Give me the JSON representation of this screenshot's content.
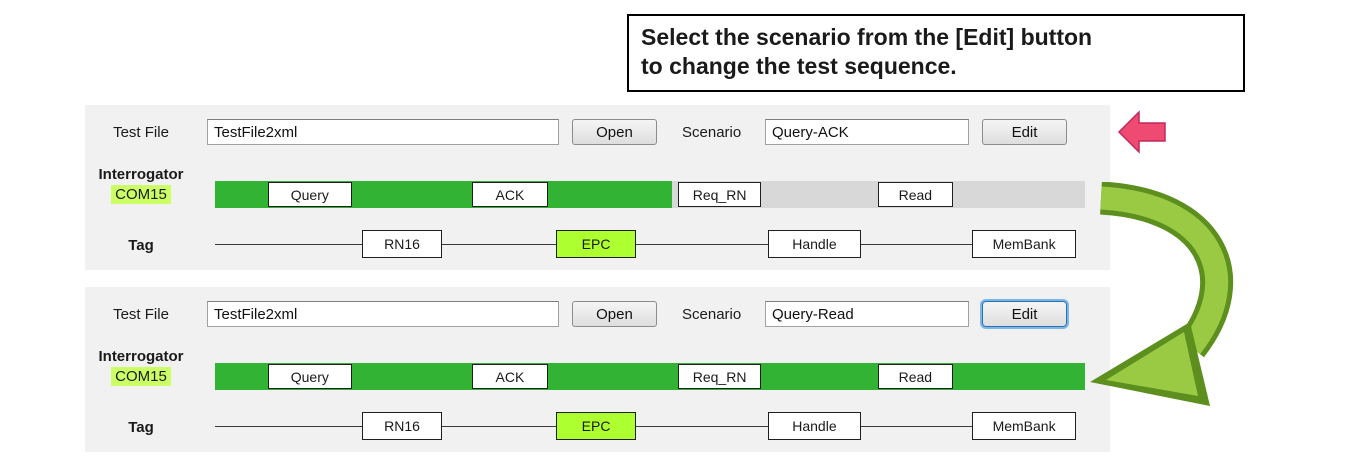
{
  "callout": {
    "line1": "Select the scenario from the [Edit] button",
    "line2": "to change the test sequence."
  },
  "panels": [
    {
      "test_file_label": "Test File",
      "test_file_value": "TestFile2xml",
      "open_button_label": "Open",
      "scenario_label": "Scenario",
      "scenario_value": "Query-ACK",
      "edit_button_label": "Edit",
      "interrogator_label": "Interrogator",
      "com_port": "COM15",
      "tag_label": "Tag",
      "interrogator_steps": [
        "Query",
        "ACK",
        "Req_RN",
        "Read"
      ],
      "tag_steps": [
        "RN16",
        "EPC",
        "Handle",
        "MemBank"
      ],
      "timeline_green_width": "52.5%"
    },
    {
      "test_file_label": "Test File",
      "test_file_value": "TestFile2xml",
      "open_button_label": "Open",
      "scenario_label": "Scenario",
      "scenario_value": "Query-Read",
      "edit_button_label": "Edit",
      "interrogator_label": "Interrogator",
      "com_port": "COM15",
      "tag_label": "Tag",
      "interrogator_steps": [
        "Query",
        "ACK",
        "Req_RN",
        "Read"
      ],
      "tag_steps": [
        "RN16",
        "EPC",
        "Handle",
        "MemBank"
      ],
      "timeline_green_width": "100%"
    }
  ],
  "icons": {
    "pink_arrow": "left-pointing-arrow",
    "green_arrow": "curved-down-left-arrow"
  },
  "colors": {
    "timeline_green": "#33b333",
    "timeline_gray": "#d8d8d8",
    "com_highlight": "#ccff66",
    "epc_highlight": "#adff2f",
    "pink_arrow": "#ee4a72",
    "pink_arrow_outline": "#c2295a",
    "green_arrow": "#9aca44",
    "green_arrow_outline": "#5c8f1e"
  }
}
